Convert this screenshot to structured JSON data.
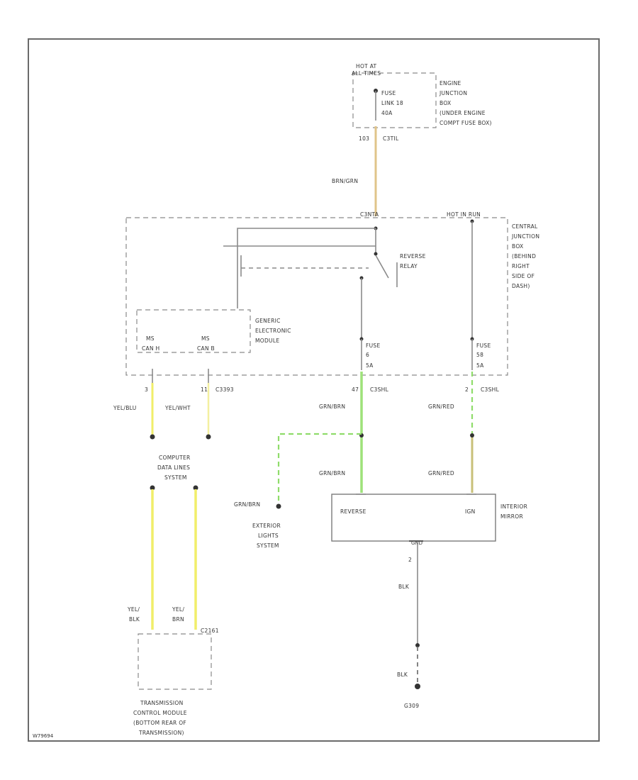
{
  "diagram_id": "W79694",
  "top": {
    "hot_line1": "HOT AT",
    "hot_line2": "ALL TIMES",
    "fuse_line1": "FUSE",
    "fuse_line2": "LINK 18",
    "fuse_line3": "40A",
    "ejb_1": "ENGINE",
    "ejb_2": "JUNCTION",
    "ejb_3": "BOX",
    "ejb_4": "(UNDER ENGINE",
    "ejb_5": "COMPT FUSE BOX)",
    "pin": "103",
    "conn": "C3TIL",
    "wire_color": "BRN/GRN"
  },
  "cjb": {
    "top_conn": "C3NTA",
    "hot_in_run": "HOT IN RUN",
    "label_1": "CENTRAL",
    "label_2": "JUNCTION",
    "label_3": "BOX",
    "label_4": "(BEHIND",
    "label_5": "RIGHT",
    "label_6": "SIDE OF",
    "label_7": "DASH)",
    "relay_1": "REVERSE",
    "relay_2": "RELAY",
    "fuse_a_1": "FUSE",
    "fuse_a_2": "6",
    "fuse_a_3": "5A",
    "fuse_b_1": "FUSE",
    "fuse_b_2": "58",
    "fuse_b_3": "5A"
  },
  "gem": {
    "name_1": "GENERIC",
    "name_2": "ELECTRONIC",
    "name_3": "MODULE",
    "ms_left_1": "MS",
    "ms_left_2": "CAN H",
    "ms_right_1": "MS",
    "ms_right_2": "CAN B"
  },
  "mid": {
    "pin_left": "3",
    "pin_mid": "11",
    "conn_mid": "C3393",
    "pin_a": "47",
    "conn_a": "C3SHL",
    "pin_b": "2",
    "conn_b": "C3SHL",
    "wire_yelblu": "YEL/BLU",
    "wire_yelwht": "YEL/WHT",
    "wire_grnbrn": "GRN/BRN",
    "wire_grnred": "GRN/RED"
  },
  "data_lines": {
    "line1": "COMPUTER",
    "line2": "DATA LINES",
    "line3": "SYSTEM"
  },
  "exterior": {
    "wire": "GRN/BRN",
    "line1": "EXTERIOR",
    "line2": "LIGHTS",
    "line3": "SYSTEM"
  },
  "mirror": {
    "wire_left": "GRN/BRN",
    "wire_right": "GRN/RED",
    "reverse": "REVERSE",
    "ign": "IGN",
    "name_1": "INTERIOR",
    "name_2": "MIRROR",
    "gnd_label": "GND",
    "pin": "2",
    "wire_blk1": "BLK",
    "wire_blk2": "BLK",
    "ground": "G309"
  },
  "tcm": {
    "wire_left_1": "YEL/",
    "wire_left_2": "BLK",
    "wire_right_1": "YEL/",
    "wire_right_2": "BRN",
    "conn": "C2161",
    "name_1": "TRANSMISSION",
    "name_2": "CONTROL MODULE",
    "name_3": "(BOTTOM REAR OF",
    "name_4": "TRANSMISSION)"
  },
  "colors": {
    "brn_grn": "#e0c48a",
    "grn": "#9ee27a",
    "grn_dashed": "#8fdc6a",
    "grn_red": "#c8c078",
    "yellow": "#f1ee6a",
    "yel_wht": "#f4f0a0",
    "wire_gray": "#8a8a8a"
  }
}
